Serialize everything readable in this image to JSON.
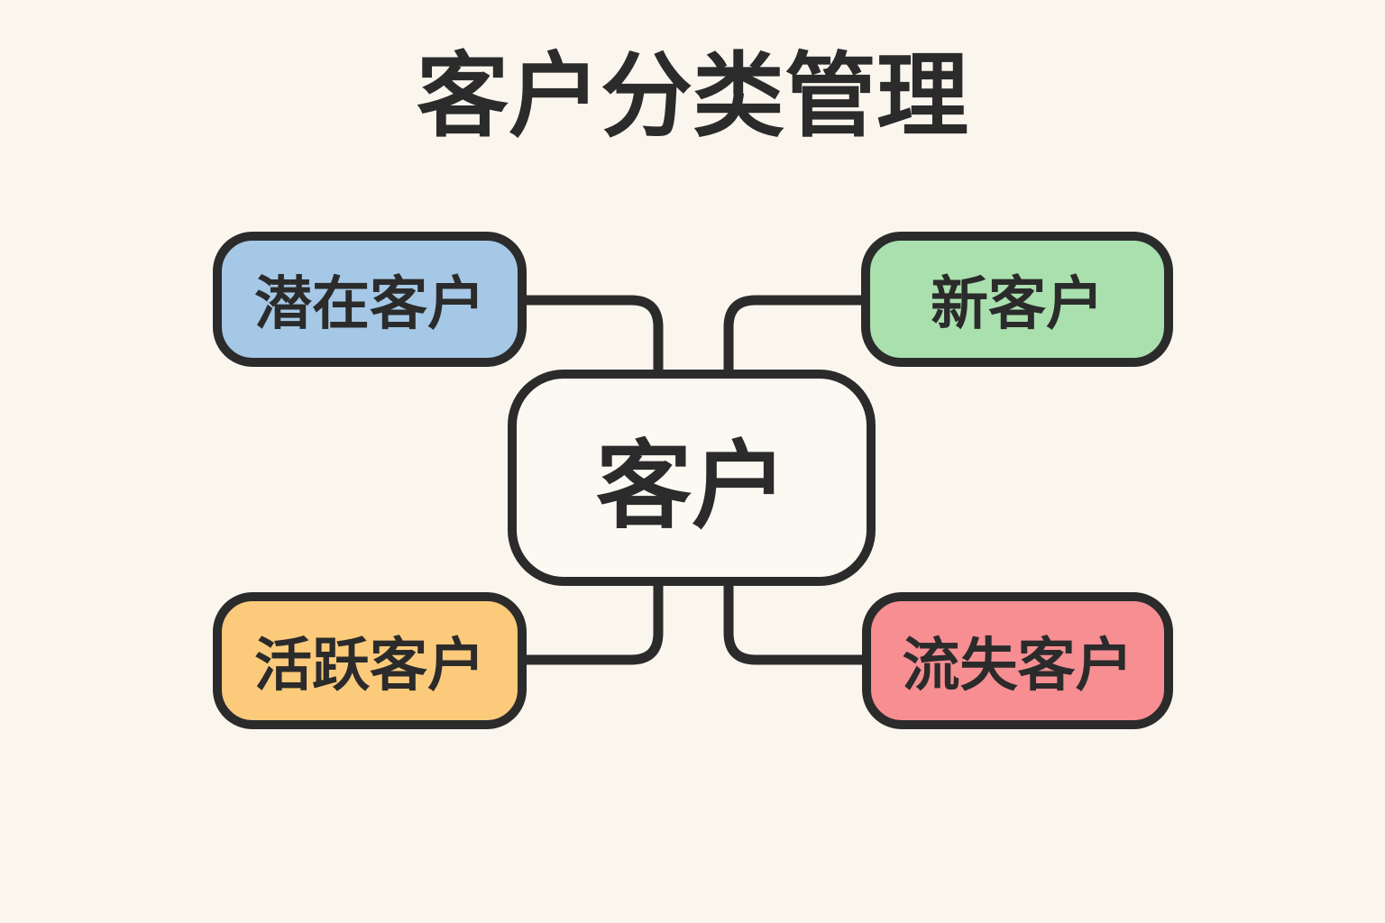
{
  "title": "客户分类管理",
  "diagram": {
    "background_color": "#faf6ee",
    "stroke_color": "#2b2b2b",
    "text_color": "#2b2b2b",
    "center": {
      "id": "customers",
      "label": "客户",
      "fill": "#fcf9f2"
    },
    "nodes": [
      {
        "id": "potential-customers",
        "label": "潜在客户",
        "fill": "#a5c8e6",
        "position": "top-left"
      },
      {
        "id": "new-customers",
        "label": "新客户",
        "fill": "#a9e0ae",
        "position": "top-right"
      },
      {
        "id": "active-customers",
        "label": "活跃客户",
        "fill": "#fcca7b",
        "position": "bottom-left"
      },
      {
        "id": "churned-customers",
        "label": "流失客户",
        "fill": "#f68e92",
        "position": "bottom-right"
      }
    ]
  }
}
